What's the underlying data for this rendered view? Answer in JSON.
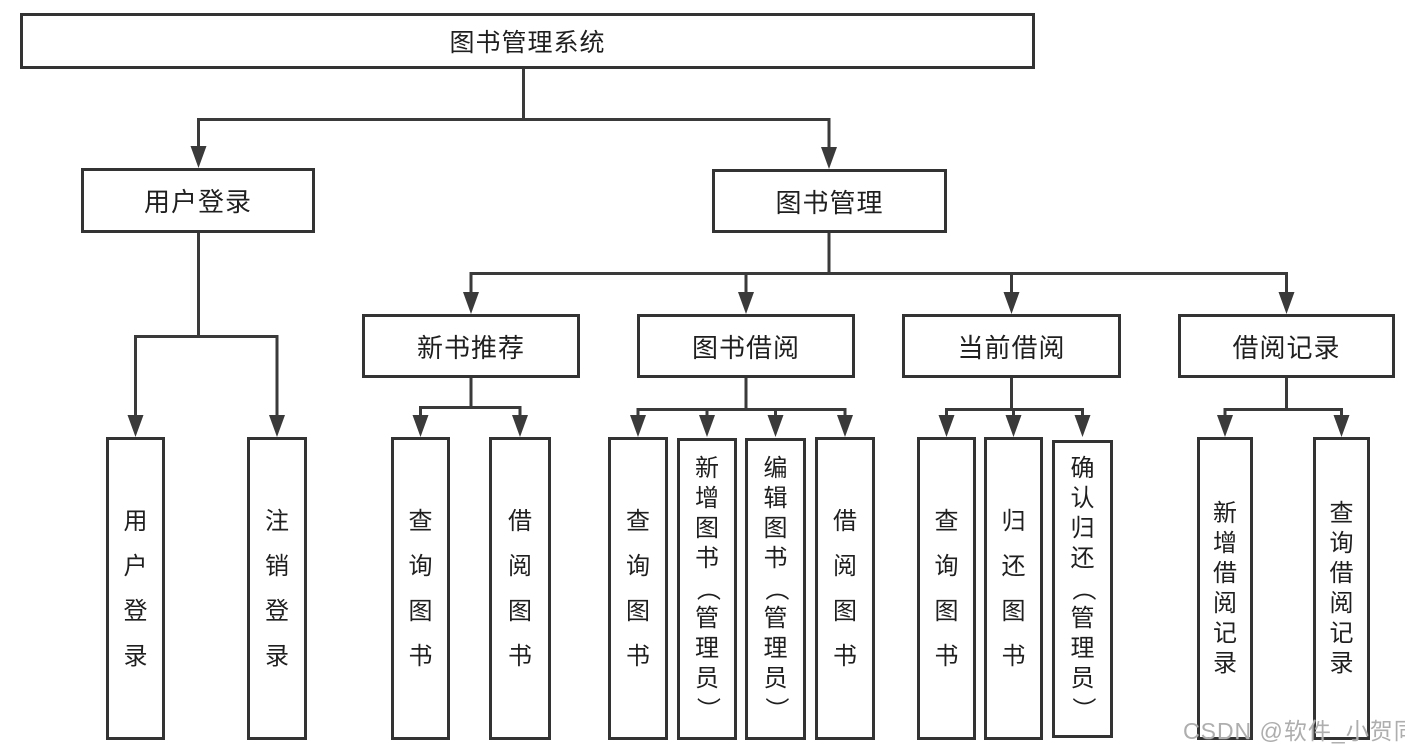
{
  "tree": {
    "label": "图书管理系统",
    "children": [
      {
        "label": "用户登录",
        "children": [
          {
            "label": "用户登录"
          },
          {
            "label": "注销登录"
          }
        ]
      },
      {
        "label": "图书管理",
        "children": [
          {
            "label": "新书推荐",
            "children": [
              {
                "label": "查询图书"
              },
              {
                "label": "借阅图书"
              }
            ]
          },
          {
            "label": "图书借阅",
            "children": [
              {
                "label": "查询图书"
              },
              {
                "label": "新增图书（管理员）"
              },
              {
                "label": "编辑图书（管理员）"
              },
              {
                "label": "借阅图书"
              }
            ]
          },
          {
            "label": "当前借阅",
            "children": [
              {
                "label": "查询图书"
              },
              {
                "label": "归还图书"
              },
              {
                "label": "确认归还（管理员）"
              }
            ]
          },
          {
            "label": "借阅记录",
            "children": [
              {
                "label": "新增借阅记录"
              },
              {
                "label": "查询借阅记录"
              }
            ]
          }
        ]
      }
    ]
  },
  "watermark": {
    "text": "CSDN @软件_小贺同学"
  },
  "colors": {
    "line": "#3a3a3a",
    "box_border": "#333333",
    "text": "#1f1f1f",
    "watermark_text": "#aeaeae",
    "background": "#ffffff"
  }
}
